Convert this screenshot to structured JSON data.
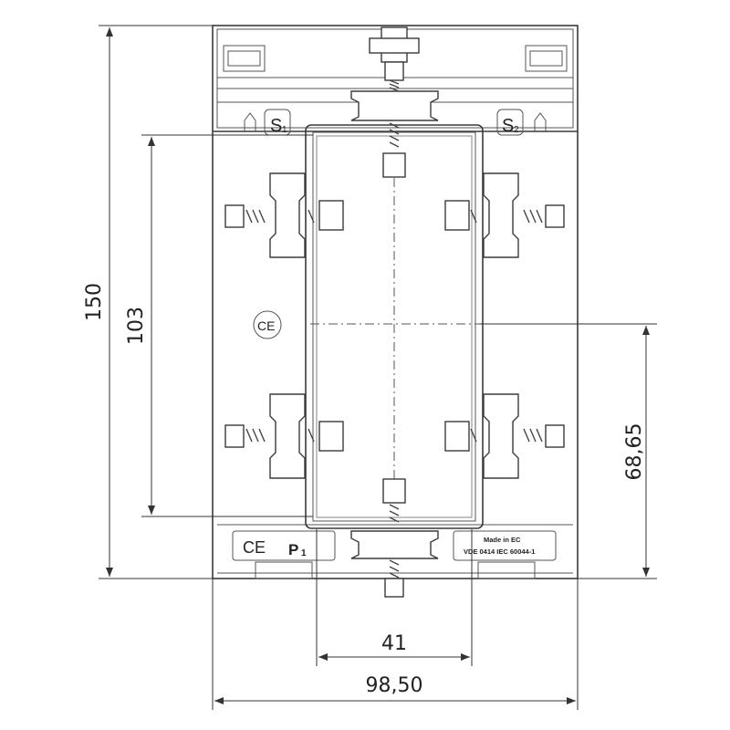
{
  "dimensions": {
    "total_height": "150",
    "window_height": "103",
    "center_height": "68,65",
    "window_width": "41",
    "total_width": "98,50"
  },
  "markings": {
    "terminal_s1": "S",
    "terminal_s1_sub": "1",
    "terminal_s2": "S",
    "terminal_s2_sub": "2",
    "primary_p1": "P",
    "primary_p1_sub": "1",
    "made_in": "Made in EC",
    "standards": "VDE 0414 IEC 60044-1",
    "ce_mark": "CE"
  }
}
